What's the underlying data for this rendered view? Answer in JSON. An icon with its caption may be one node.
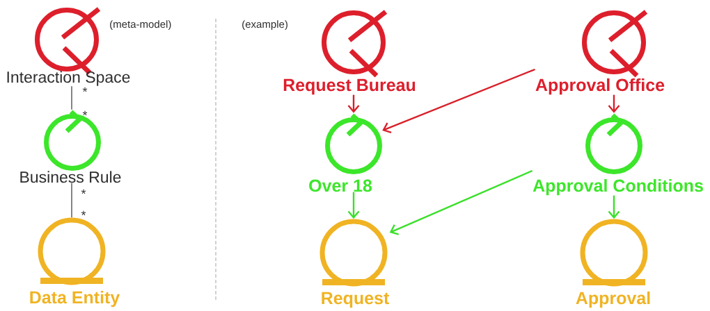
{
  "diagram": {
    "nodes": [
      {
        "text": [
          "Interaction Space"
        ]
      },
      {
        "text": [
          "Request Bureau"
        ]
      },
      {
        "text": [
          "Approval Office"
        ]
      },
      {
        "text": [
          "Business Rule"
        ]
      },
      {
        "text": [
          "Over 18"
        ]
      },
      {
        "text": [
          "Approval Conditions"
        ]
      },
      {
        "text": [
          "Data Entity"
        ]
      },
      {
        "text": [
          "Request"
        ]
      },
      {
        "text": [
          "Approval"
        ]
      }
    ],
    "edges": [
      {
        "from": 0,
        "to": 3,
        "arrow": "none",
        "color": "#333333"
      },
      {
        "from": 3,
        "to": 6,
        "arrow": "none",
        "color": "#333333"
      },
      {
        "from": 1,
        "to": 4,
        "arrow": "to",
        "color": "#d8202a"
      },
      {
        "from": 2,
        "to": 4,
        "arrow": "to",
        "color": "#d8202a"
      },
      {
        "from": 2,
        "to": 5,
        "arrow": "to",
        "color": "#d8202a"
      },
      {
        "from": 4,
        "to": 7,
        "arrow": "to",
        "color": "#3ae02a"
      },
      {
        "from": 5,
        "to": 7,
        "arrow": "to",
        "color": "#3ae02a"
      },
      {
        "from": 5,
        "to": 8,
        "arrow": "to",
        "color": "#3ae02a"
      }
    ],
    "labels": [
      "(meta-model)",
      "(example)",
      "*",
      "*",
      "*",
      "*"
    ]
  }
}
